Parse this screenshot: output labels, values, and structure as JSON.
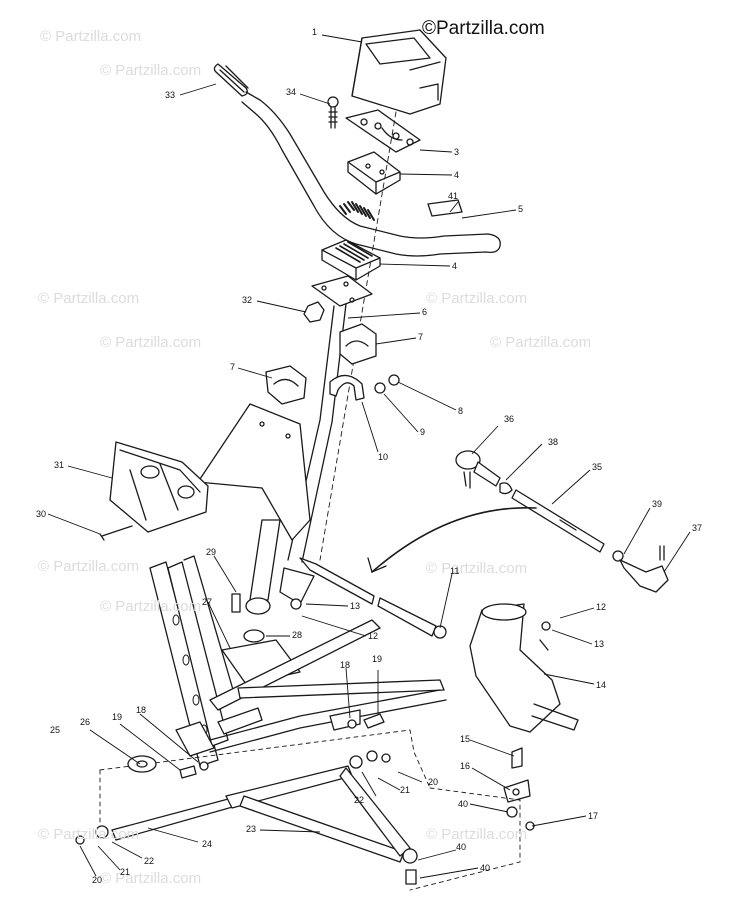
{
  "watermark": {
    "main": "©Partzilla.com",
    "faint": "© Partzilla.com"
  },
  "callouts": {
    "c1": "1",
    "c34": "34",
    "c33": "33",
    "c3": "3",
    "c4a": "4",
    "c41": "41",
    "c5": "5",
    "c4b": "4",
    "c32": "32",
    "c6": "6",
    "c7a": "7",
    "c7b": "7",
    "c8": "8",
    "c9": "9",
    "c10": "10",
    "c36": "36",
    "c38": "38",
    "c35": "35",
    "c31": "31",
    "c30": "30",
    "c39": "39",
    "c37": "37",
    "c29": "29",
    "c11": "11",
    "c12a": "12",
    "c13a": "13",
    "c27": "27",
    "c28": "28",
    "c12b": "12",
    "c13b": "13",
    "c14": "14",
    "c19a": "19",
    "c18a": "18",
    "c26": "26",
    "c19b": "19",
    "c18b": "18",
    "c25": "25",
    "c15": "15",
    "c16": "16",
    "c20a": "20",
    "c22a": "22",
    "c21a": "21",
    "c40a": "40",
    "c17": "17",
    "c24": "24",
    "c23": "23",
    "c40b": "40",
    "c22b": "22",
    "c21b": "21",
    "c40c": "40",
    "c20b": "20"
  }
}
